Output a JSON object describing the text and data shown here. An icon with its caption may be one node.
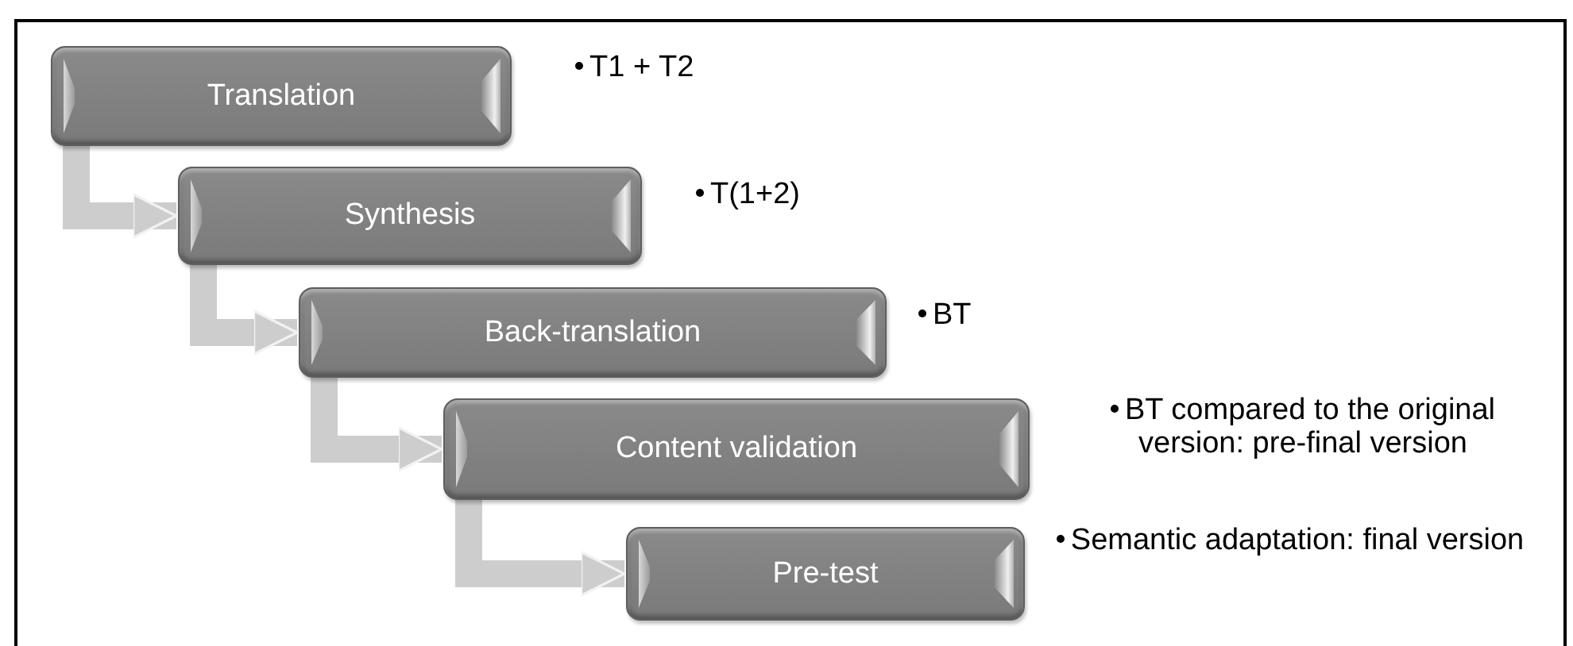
{
  "diagram": {
    "nodes": [
      {
        "text": [
          "Translation"
        ],
        "beside": [
          "T1 + T2"
        ]
      },
      {
        "text": [
          "Synthesis"
        ],
        "beside": [
          "T(1+2)"
        ]
      },
      {
        "text": [
          "Back-translation"
        ],
        "beside": [
          "BT"
        ]
      },
      {
        "text": [
          "Content validation"
        ],
        "beside": [
          "BT compared to the original version: pre-final version"
        ]
      },
      {
        "text": [
          "Pre-test"
        ],
        "beside": [
          "Semantic adaptation: final version"
        ]
      }
    ],
    "edges": [
      {
        "from": 0,
        "to": 1,
        "arrow": "to"
      },
      {
        "from": 1,
        "to": 2,
        "arrow": "to"
      },
      {
        "from": 2,
        "to": 3,
        "arrow": "to"
      },
      {
        "from": 3,
        "to": 4,
        "arrow": "to"
      }
    ]
  }
}
